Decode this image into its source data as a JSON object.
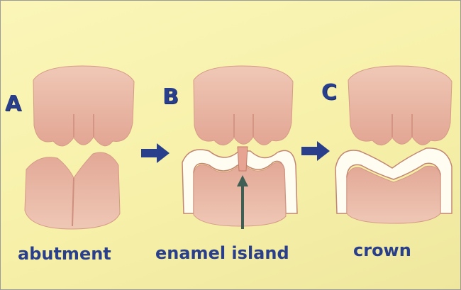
{
  "panels": [
    {
      "letter": "A",
      "caption": "abutment"
    },
    {
      "letter": "B",
      "caption": "enamel island"
    },
    {
      "letter": "C",
      "caption": "crown"
    }
  ],
  "colors": {
    "background": "#f7f1aa",
    "tooth_upper": "#e9b3a2",
    "tooth_lower": "#e5ab9a",
    "enamel": "#fffdf2",
    "label_text": "#2a3f8c",
    "arrow": "#2a3f8c",
    "pointer_arrow": "#3f5f55"
  },
  "icons": [
    "right-arrow-icon",
    "up-arrow-icon"
  ]
}
